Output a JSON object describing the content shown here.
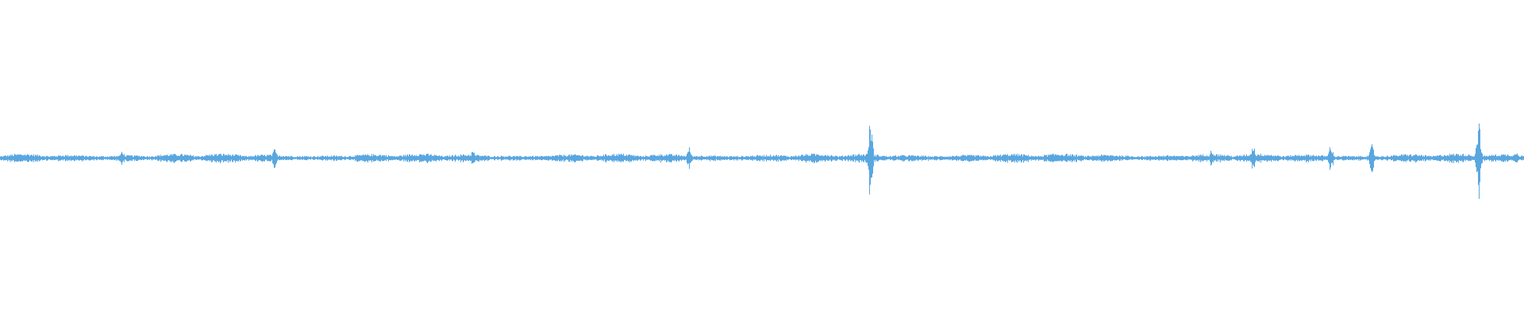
{
  "waveform": {
    "color": "#5aa7e0",
    "baseline_color": "#5aa7e0",
    "peak_events": [
      {
        "position": 0.571,
        "amplitude": 0.25
      },
      {
        "position": 0.97,
        "amplitude": 0.25
      },
      {
        "position": 0.873,
        "amplitude": 0.09
      },
      {
        "position": 0.9,
        "amplitude": 0.09
      },
      {
        "position": 0.822,
        "amplitude": 0.09
      },
      {
        "position": 0.452,
        "amplitude": 0.07
      },
      {
        "position": 0.18,
        "amplitude": 0.06
      },
      {
        "position": 0.795,
        "amplitude": 0.06
      },
      {
        "position": 0.08,
        "amplitude": 0.05
      },
      {
        "position": 0.31,
        "amplitude": 0.05
      },
      {
        "position": 0.995,
        "amplitude": 0.05
      }
    ],
    "background_amplitude": 0.03
  }
}
